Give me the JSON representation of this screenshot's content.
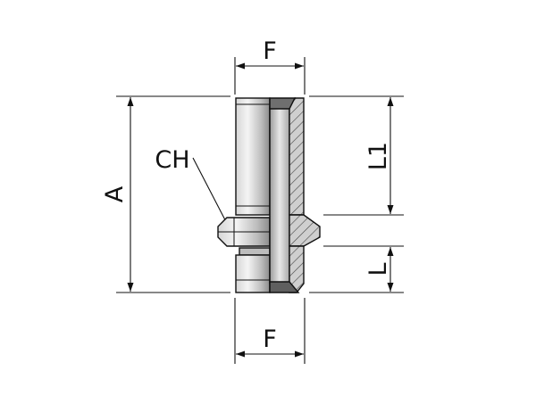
{
  "labels": {
    "f_top": "F",
    "f_bottom": "F",
    "a": "A",
    "ch": "CH",
    "l1": "L1",
    "l": "L"
  },
  "colors": {
    "line": "#111111",
    "metal_light": "#e4e4e4",
    "metal_mid": "#b5b5b5",
    "metal_dark": "#7a7a7a",
    "bore": "#f2f2f2"
  }
}
